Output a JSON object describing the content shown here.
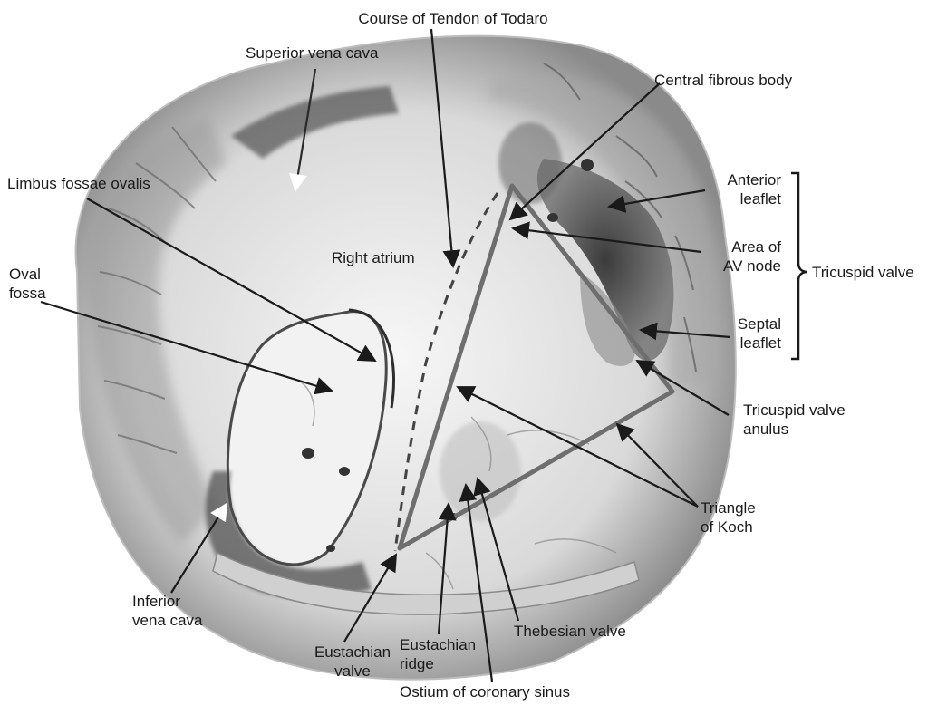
{
  "figure": {
    "labels": {
      "course_tendon_todaro": "Course of Tendon of Todaro",
      "superior_vena_cava": "Superior vena cava",
      "central_fibrous_body": "Central fibrous body",
      "limbus_fossae_ovalis": "Limbus fossae ovalis",
      "anterior_leaflet": [
        "Anterior",
        "leaflet"
      ],
      "oval_fossa": [
        "Oval",
        "fossa"
      ],
      "right_atrium": "Right atrium",
      "area_av_node": [
        "Area of",
        "AV node"
      ],
      "tricuspid_valve": "Tricuspid valve",
      "septal_leaflet": [
        "Septal",
        "leaflet"
      ],
      "tricuspid_valve_anulus": [
        "Tricuspid valve",
        "anulus"
      ],
      "triangle_of_koch": [
        "Triangle",
        "of Koch"
      ],
      "inferior_vena_cava": [
        "Inferior",
        "vena cava"
      ],
      "eustachian_valve": [
        "Eustachian",
        "valve"
      ],
      "eustachian_ridge": [
        "Eustachian",
        "ridge"
      ],
      "thebesian_valve": "Thebesian valve",
      "ostium_coronary_sinus": "Ostium of coronary sinus"
    },
    "colors": {
      "triangle": "#6e6e6e",
      "arrow": "#1a1a1a",
      "tissue_dark": "#3a3a3a",
      "tissue_mid": "#9a9a9a",
      "tissue_light": "#e4e4e4"
    }
  }
}
